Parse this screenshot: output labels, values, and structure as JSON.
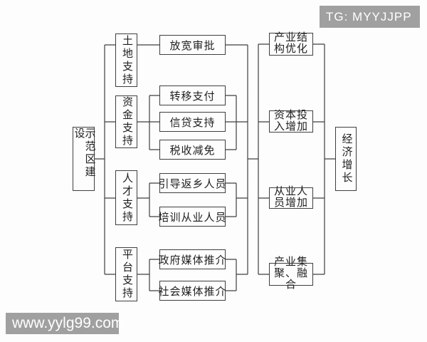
{
  "watermarks": {
    "tg_badge": "TG: MYYJJPP",
    "site": "www.yylg99.com"
  },
  "colors": {
    "line": "#3f3f3f",
    "text": "#1f1f1f",
    "background": "#fdfdfd",
    "watermark_bg": "#a0a0a0",
    "watermark_text": "#ffffff"
  },
  "diagram": {
    "root_label": "示范区建设",
    "goal_label": "经济增长",
    "supports": [
      {
        "label": "土地支持",
        "measures": [
          "放宽审批"
        ]
      },
      {
        "label": "资金支持",
        "measures": [
          "转移支付",
          "信贷支持",
          "税收减免"
        ]
      },
      {
        "label": "人才支持",
        "measures": [
          "引导返乡人员",
          "培训从业人员"
        ]
      },
      {
        "label": "平台支持",
        "measures": [
          "政府媒体推介",
          "社会媒体推介"
        ]
      }
    ],
    "outcomes": [
      "产业结\n构优化",
      "资本投\n入增加",
      "从业人\n员增加",
      "产业集\n聚、融合"
    ]
  }
}
